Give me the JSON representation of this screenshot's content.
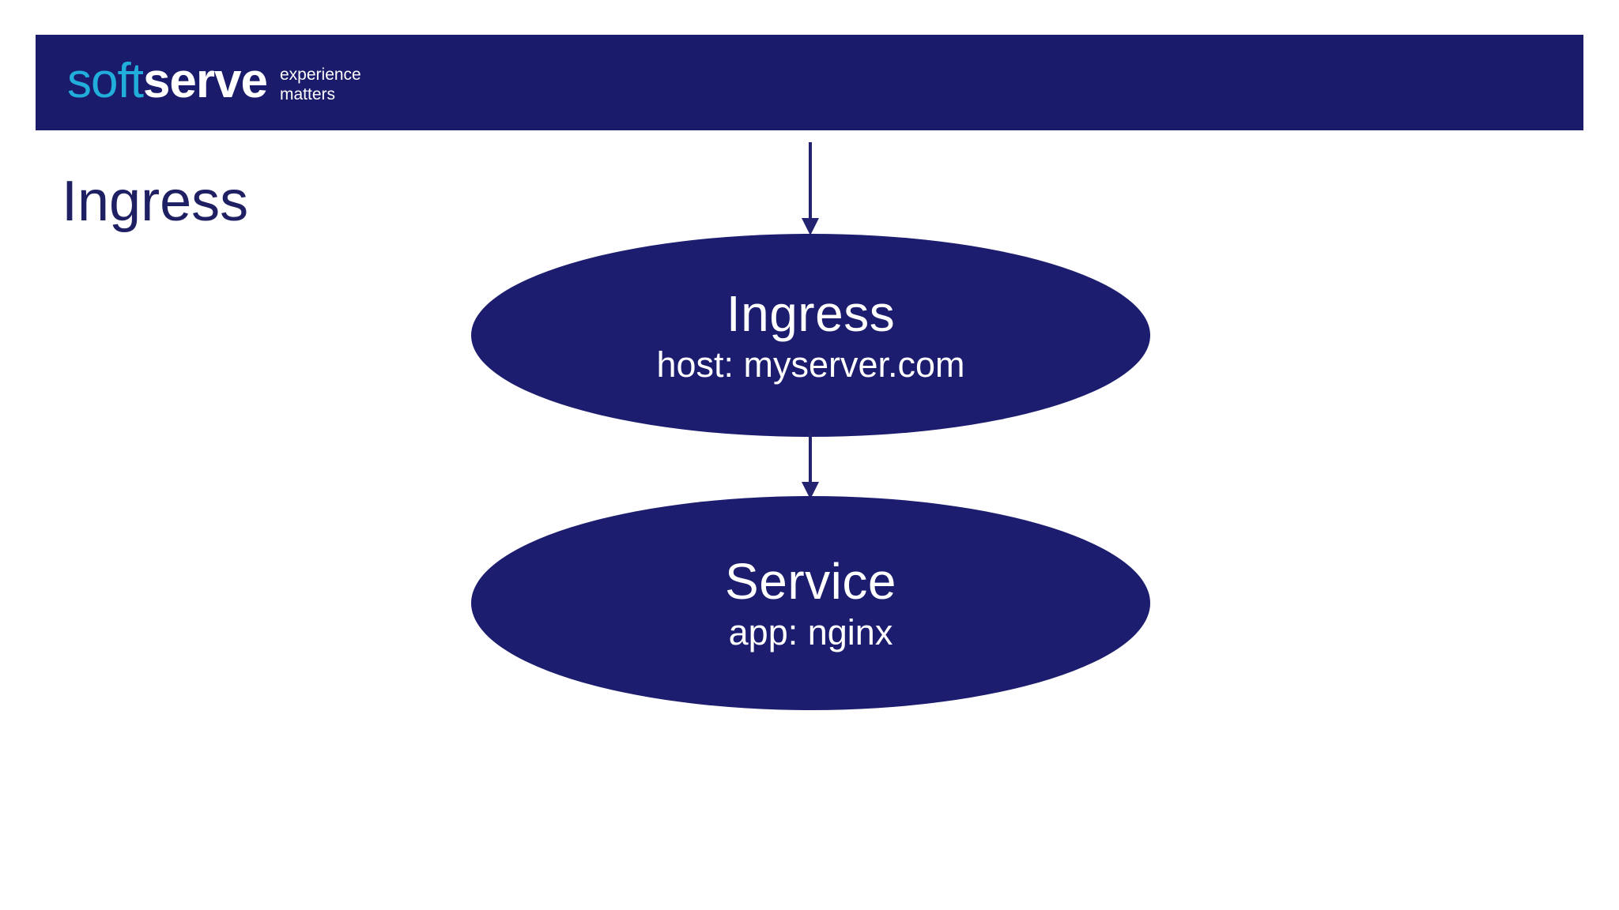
{
  "slide": {
    "background_color": "#ffffff",
    "accent_navy": "#1b1b6b",
    "accent_cyan": "#22aedb",
    "title": "Ingress"
  },
  "header": {
    "logo": {
      "part_light": "soft",
      "part_bold": "serve",
      "tagline_line1": "experience",
      "tagline_line2": "matters"
    }
  },
  "diagram": {
    "type": "flow",
    "nodes": [
      {
        "name": "ingress",
        "title": "Ingress",
        "subtitle": "host: myserver.com",
        "shape": "ellipse",
        "fill": "#1d1d70",
        "text_color": "#ffffff"
      },
      {
        "name": "service",
        "title": "Service",
        "subtitle": "app: nginx",
        "shape": "ellipse",
        "fill": "#1d1d70",
        "text_color": "#ffffff"
      }
    ],
    "arrows": [
      {
        "name": "external-to-ingress",
        "from": "external",
        "to": "ingress",
        "direction": "down",
        "color": "#232370"
      },
      {
        "name": "ingress-to-service",
        "from": "ingress",
        "to": "service",
        "direction": "down",
        "color": "#232370"
      }
    ]
  }
}
